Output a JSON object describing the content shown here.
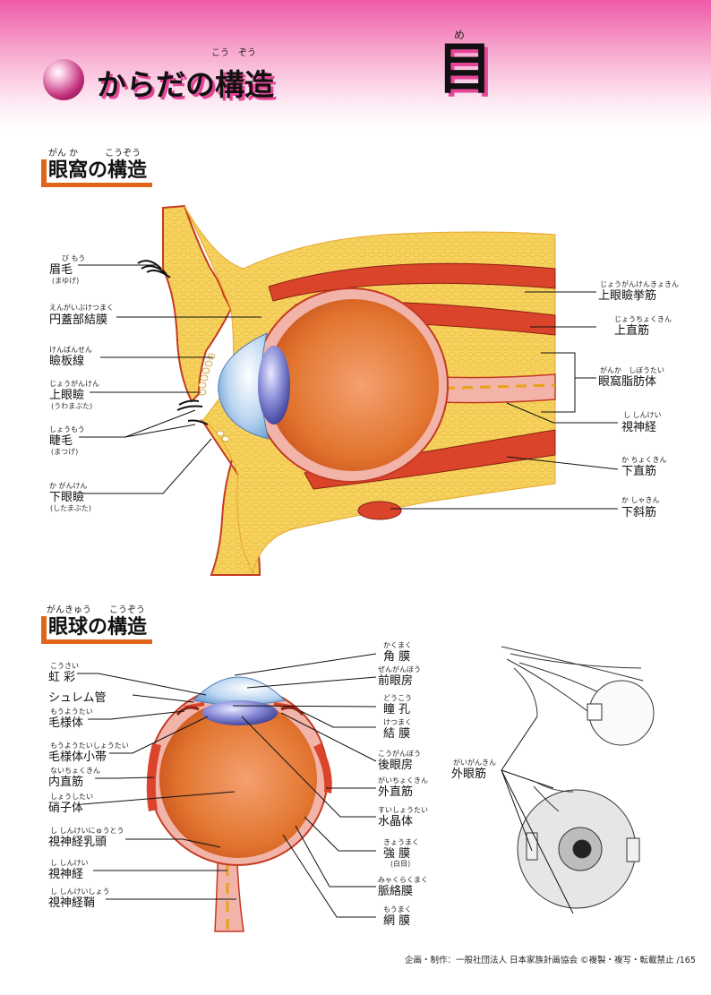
{
  "header": {
    "title": "からだの構造",
    "title_ruby": "こう　ぞう",
    "big_title": "目",
    "big_title_ruby": "め"
  },
  "orbit": {
    "title": "眼窩の構造",
    "title_ruby": "がん か　　　こうぞう",
    "labels": {
      "mayuge": {
        "text": "眉毛",
        "ruby": "び もう",
        "sub": "(まゆげ)"
      },
      "engai": {
        "text": "円蓋部結膜",
        "ruby": "えんがいぶけつまく"
      },
      "kenban": {
        "text": "瞼板線",
        "ruby": "けんばんせん"
      },
      "jogan": {
        "text": "上眼瞼",
        "ruby": "じょうがんけん",
        "sub": "(うわまぶた)"
      },
      "shomo": {
        "text": "睫毛",
        "ruby": "しょうもう",
        "sub": "(まつげ)"
      },
      "kagan": {
        "text": "下眼瞼",
        "ruby": "か がんけん",
        "sub": "(したまぶた)"
      },
      "kyoken": {
        "text": "上眼瞼挙筋",
        "ruby": "じょうがんけんきょきん"
      },
      "jochoku": {
        "text": "上直筋",
        "ruby": "じょうちょくきん"
      },
      "shibo": {
        "text": "眼窩脂肪体",
        "ruby": "がんか　しぼうたい"
      },
      "shinkei": {
        "text": "視神経",
        "ruby": "し しんけい"
      },
      "kachoku": {
        "text": "下直筋",
        "ruby": "か ちょくきん"
      },
      "kashaku": {
        "text": "下斜筋",
        "ruby": "か しゃきん"
      }
    }
  },
  "eyeball": {
    "title": "眼球の構造",
    "title_ruby": "がんきゅう　　こうぞう",
    "left": {
      "kosai": {
        "text": "虹 彩",
        "ruby": "こうさい"
      },
      "schlemm": {
        "text": "シュレム管"
      },
      "moyotai": {
        "text": "毛様体",
        "ruby": "もうようたい"
      },
      "shotai": {
        "text": "毛様体小帯",
        "ruby": "もうようたいしょうたい"
      },
      "naichoku": {
        "text": "内直筋",
        "ruby": "ないちょくきん"
      },
      "shoshi": {
        "text": "硝子体",
        "ruby": "しょうしたい"
      },
      "nyuto": {
        "text": "視神経乳頭",
        "ruby": "し しんけいにゅうとう"
      },
      "shinkei": {
        "text": "視神経",
        "ruby": "し しんけい"
      },
      "sho": {
        "text": "視神経鞘",
        "ruby": "し しんけいしょう"
      }
    },
    "right": {
      "kakumaku": {
        "text": "角 膜",
        "ruby": "かくまく"
      },
      "zengan": {
        "text": "前眼房",
        "ruby": "ぜんがんぼう"
      },
      "doko": {
        "text": "瞳 孔",
        "ruby": "どうこう"
      },
      "ketsumaku": {
        "text": "結 膜",
        "ruby": "けつまく"
      },
      "kogan": {
        "text": "後眼房",
        "ruby": "こうがんぼう"
      },
      "gaichoku": {
        "text": "外直筋",
        "ruby": "がいちょくきん"
      },
      "suisho": {
        "text": "水晶体",
        "ruby": "すいしょうたい"
      },
      "kyomaku": {
        "text": "強 膜",
        "ruby": "きょうまく",
        "sub": "(白目)"
      },
      "myaku": {
        "text": "脈絡膜",
        "ruby": "みゃくらくまく"
      },
      "momaku": {
        "text": "網 膜",
        "ruby": "もうまく"
      }
    },
    "gaigan": {
      "text": "外眼筋",
      "ruby": "がいがんきん"
    }
  },
  "colors": {
    "header_pink": "#ee5aa8",
    "accent_orange": "#e0651b",
    "fat_yellow": "#f6d35e",
    "muscle_red": "#d9442b",
    "eye_orange": "#e2752f"
  },
  "footer": "企画・制作：一般社団法人 日本家族計画協会 ©複製・複写・転載禁止 /165"
}
